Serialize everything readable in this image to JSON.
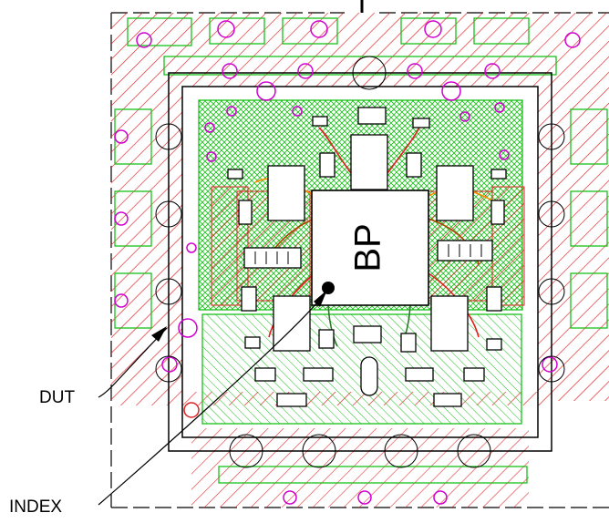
{
  "labels": {
    "dut": "DUT",
    "index": "INDEX",
    "chip_marking": "BP"
  },
  "colors": {
    "copper_hatch": "#e02020",
    "silk_green": "#18c018",
    "via_magenta": "#d000d0",
    "wire_orange": "#ff8a00",
    "wire_dark": "#b04000",
    "outline": "#000000"
  }
}
